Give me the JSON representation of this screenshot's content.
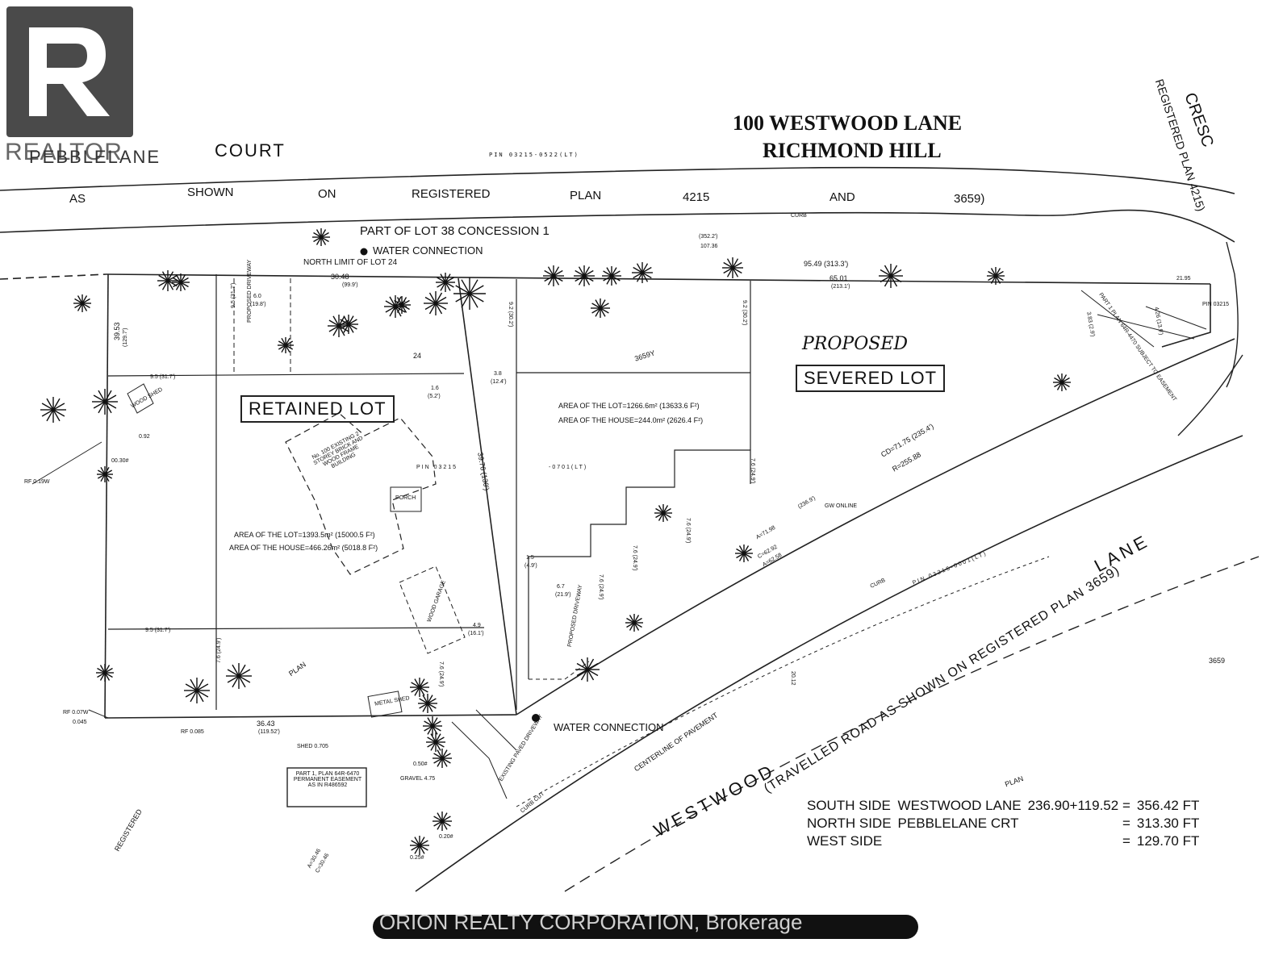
{
  "watermark": {
    "brand": "REALTOR",
    "brokerage": "ORION REALTY CORPORATION, Brokerage"
  },
  "title": {
    "line1": "100 WESTWOOD LANE",
    "line2": "RICHMOND HILL"
  },
  "labels": {
    "pebblelane": "PEBBLELANE",
    "court": "COURT",
    "as": "AS",
    "shown": "SHOWN",
    "on": "ON",
    "registered": "REGISTERED",
    "plan": "PLAN",
    "plan_no": "4215",
    "and": "AND",
    "plan_alt": "3659)",
    "part_of_lot": "PART OF LOT   38 CONCESSION 1",
    "water_connection": "WATER CONNECTION",
    "north_limit": "NORTH LIMIT OF LOT 24",
    "pin_top": "PIN 03215-0522(LT)",
    "curb": "CURB",
    "cres": "CRESC",
    "registered_plan_right": "REGISTERED     PLAN  4215)",
    "proposed": "PROPOSED",
    "severed_lot": "SEVERED LOT",
    "retained_lot": "RETAINED LOT",
    "lot_no": "24",
    "lot_code": "3659Y",
    "severed_area_lot": "AREA OF THE LOT=1266.6m² (13633.6 F²)",
    "severed_area_house": "AREA OF THE HOUSE=244.0m² (2626.4 F²)",
    "retained_area_lot": "AREA OF THE LOT=1393.5m² (15000.5 F²)",
    "retained_area_house": "AREA OF THE HOUSE=466.26m² (5018.8 F²)",
    "pin_mid": "PIN 03215",
    "pin_mid2": "-0701(LT)",
    "house_desc": "No. 100 EXISTING 2 STOREY BRICK AND WOOD FRAME BUILDING",
    "porch": "PORCH",
    "wood_shed": "WOOD SHED",
    "wood_garage": "WOOD GARAGE",
    "proposed_driveway": "PROPOSED DRIVEWAY",
    "metal_shed": "METAL SHED",
    "existing_driveway": "EXISTING PAVED DRIVEWAY",
    "water_connection_2": "WATER CONNECTION",
    "part1": "PART 1, PLAN 64R-6470 PERMANENT EASEMENT AS IN R486592",
    "gravel": "GRAVEL 4.75",
    "shed": "SHED 0.705",
    "lane": "LANE",
    "westwood": "WESTWOOD",
    "travelled_road": "(TRAVELLED ROAD AS SHOWN ON REGISTERED PLAN 3659)",
    "centerline": "CENTERLINE OF PAVEMENT",
    "curb_cut": "CURB CUT",
    "plan_lower": "PLAN",
    "plan_lower2": "PLAN",
    "registered_lower": "REGISTERED",
    "pin_road": "PIN 03215-0001(LT)",
    "pin_right": "PIN 03215",
    "gw_online": "GW ONLINE",
    "num_3659": "3659",
    "part1_plan_right": "PART 1 PLAN 64R-4470 SUBJECT TO EASEMENT"
  },
  "dimensions": {
    "d_30_48": "30.48",
    "d_99_9": "(99.9')",
    "d_352_2": "(352.2')",
    "d_107_36": "107.36",
    "d_95_49": "95.49 (313.3')",
    "d_65_01": "65.01",
    "d_213_1": "(213.1')",
    "d_21_95": "21.95",
    "d_6_0": "6.0",
    "d_19_8": "(19.8')",
    "d_39_53": "39.53",
    "d_129_7": "(129.7')",
    "d_9_5_a": "9.5 (31.7')",
    "d_9_5_b": "9.5 (31.7')",
    "d_1_6": "1.6",
    "d_5_2": "(5.2')",
    "d_3_8": "3.8",
    "d_12_4": "(12.4')",
    "d_39_76": "39.76 (130')",
    "d_0_92": "0.92",
    "d_00_30": "00.30#",
    "rf_019w": "RF 0.19W",
    "d_1_5": "1.5",
    "d_4_9": "(4.9')",
    "d_6_7": "6.7",
    "d_21_9": "(21.9')",
    "d_4_9b": "4.9",
    "d_16_1": "(16.1')",
    "d_36_43": "36.43",
    "d_119_52": "(119.52')",
    "d_rf_007w": "RF 0.07W",
    "d_0_045": "0.045",
    "d_rf_0085": "RF 0.085",
    "d_0_50": "0.50#",
    "d_0_20": "0.20#",
    "d_0_25": "0.25#",
    "cd": "CD=71.75 (235.4')",
    "r": "R=255.88",
    "a": "A=71.98",
    "d_236_9": "(236.9')",
    "c2": "C=62.92",
    "a2": "A=62.58",
    "d_20_12": "20.12",
    "d_a30": "A=30.46",
    "d_c30": "C=30.46",
    "d_7_6_a": "7.6 (24.9')",
    "d_7_6_b": "7.6 (24.9')",
    "d_7_6_c": "7.6 (24.9')",
    "d_7_6_d": "7.6 (24.9')",
    "d_7_6_e": "7.6 (24.9')",
    "d_7_6_f": "7.6 (24.9')",
    "d_9_2_a": "9.2 (30.2')",
    "d_9_2_b": "9.2 (30.2')",
    "d_9_5_c": "9.5 (31.7')",
    "d_3_83": "3.83 (2.9')",
    "d_4_26": "4.26 (13.9')"
  },
  "summary": [
    {
      "side": "SOUTH SIDE",
      "street": "WESTWOOD LANE",
      "calc": "236.90+119.52 =",
      "total": "356.42 FT"
    },
    {
      "side": "NORTH SIDE",
      "street": "PEBBLELANE CRT",
      "calc": "=",
      "total": "313.30 FT"
    },
    {
      "side": "WEST SIDE",
      "street": "",
      "calc": "=",
      "total": "129.70 FT"
    }
  ]
}
